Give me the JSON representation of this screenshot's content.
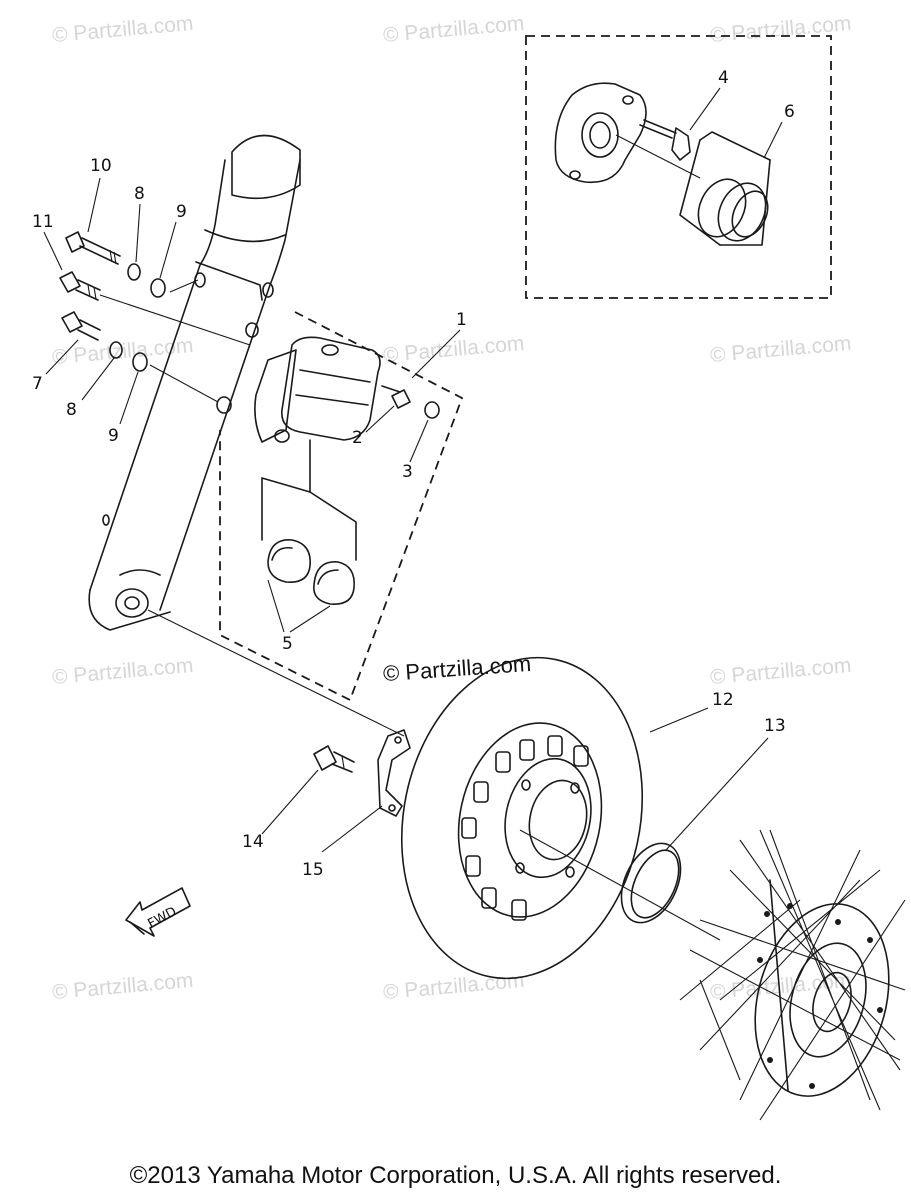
{
  "watermarks": {
    "text": "© Partzilla.com",
    "main_text": "© Partzilla.com"
  },
  "callouts": {
    "c1": "1",
    "c2": "2",
    "c3": "3",
    "c4": "4",
    "c5": "5",
    "c6": "6",
    "c7": "7",
    "c8a": "8",
    "c8b": "8",
    "c9a": "9",
    "c9b": "9",
    "c10": "10",
    "c11": "11",
    "c12": "12",
    "c13": "13",
    "c14": "14",
    "c15": "15"
  },
  "fwd_label": "FWD",
  "copyright": "©2013 Yamaha Motor Corporation, U.S.A. All rights reserved."
}
